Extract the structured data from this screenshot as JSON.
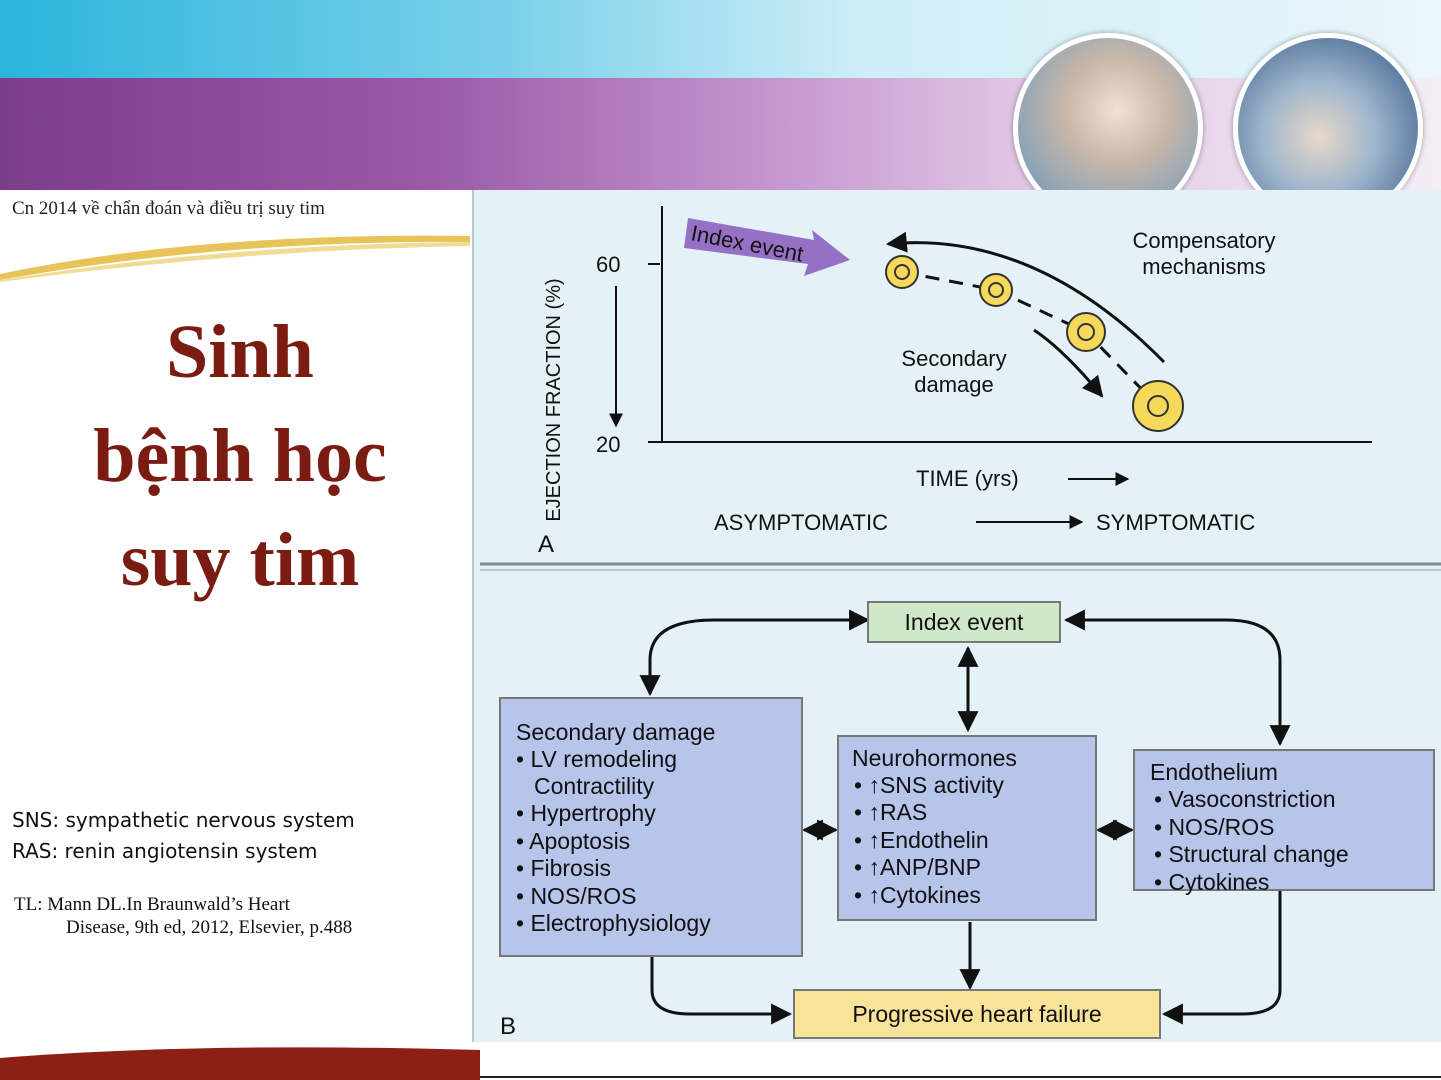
{
  "slide": {
    "ref_top": "Cn 2014 về chẩn đoán và điều trị suy tim",
    "title_lines": [
      "Sinh",
      "bệnh học",
      "suy tim"
    ],
    "abbreviations": [
      "SNS: sympathetic nervous system",
      "RAS: renin angiotensin system"
    ],
    "reference_line1": "TL: Mann DL.In Braunwald’s Heart",
    "reference_line2": "Disease, 9th ed, 2012, Elsevier, p.488"
  },
  "panel_a": {
    "panel_label": "A",
    "y_axis_label": "EJECTION FRACTION (%)",
    "y_ticks": [
      "60",
      "20"
    ],
    "x_axis_label": "TIME (yrs)",
    "stage_from": "ASYMPTOMATIC",
    "stage_to": "SYMPTOMATIC",
    "index_event_label": "Index event",
    "compensatory_line1": "Compensatory",
    "compensatory_line2": "mechanisms",
    "secondary_line1": "Secondary",
    "secondary_line2": "damage"
  },
  "panel_b": {
    "panel_label": "B",
    "index_event": "Index event",
    "progressive": "Progressive heart failure",
    "secondary": {
      "title": "Secondary damage",
      "items": [
        "• LV remodeling",
        "Contractility",
        "• Hypertrophy",
        "• Apoptosis",
        "• Fibrosis",
        "• NOS/ROS",
        "• Electrophysiology"
      ]
    },
    "neurohormones": {
      "title": "Neurohormones",
      "items": [
        "• ↑SNS activity",
        "• ↑RAS",
        "• ↑Endothelin",
        "• ↑ANP/BNP",
        "• ↑Cytokines"
      ]
    },
    "endothelium": {
      "title": "Endothelium",
      "items": [
        "• Vasoconstriction",
        "• NOS/ROS",
        "• Structural change",
        "• Cytokines"
      ]
    }
  },
  "colors": {
    "title_red": "#7b1c12",
    "box_blue": "#b7c5ea",
    "box_green": "#cfe8c8",
    "box_yellow": "#f7e39a",
    "arrow_purple": "#9670c4"
  },
  "icons": [
    "doctor-photo",
    "surgeon-photo"
  ]
}
